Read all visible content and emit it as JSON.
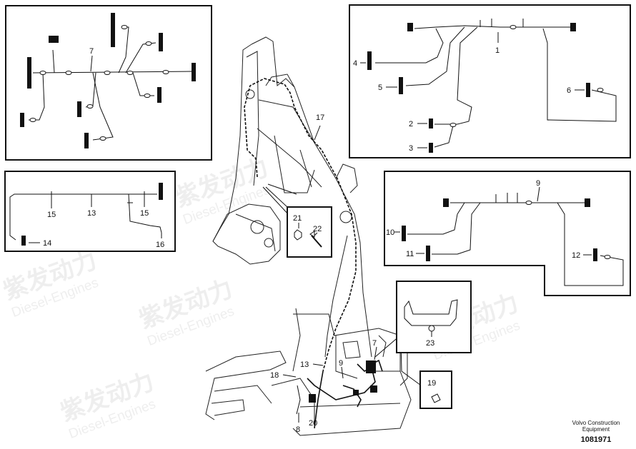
{
  "callouts": {
    "c1": "1",
    "c2": "2",
    "c3": "3",
    "c4": "4",
    "c5": "5",
    "c6": "6",
    "c7a": "7",
    "c7b": "7",
    "c8": "8",
    "c9a": "9",
    "c9b": "9",
    "c10": "10",
    "c11": "11",
    "c12": "12",
    "c13a": "13",
    "c13b": "13",
    "c14": "14",
    "c15a": "15",
    "c15b": "15",
    "c16": "16",
    "c17": "17",
    "c18": "18",
    "c19": "19",
    "c20": "20",
    "c21": "21",
    "c22": "22",
    "c23": "23"
  },
  "footer": {
    "brand_line1": "Volvo Construction",
    "brand_line2": "Equipment",
    "drawing_number": "1081971"
  },
  "watermark": {
    "cn_text": "紫发动力",
    "en_text": "Diesel-Engines"
  }
}
